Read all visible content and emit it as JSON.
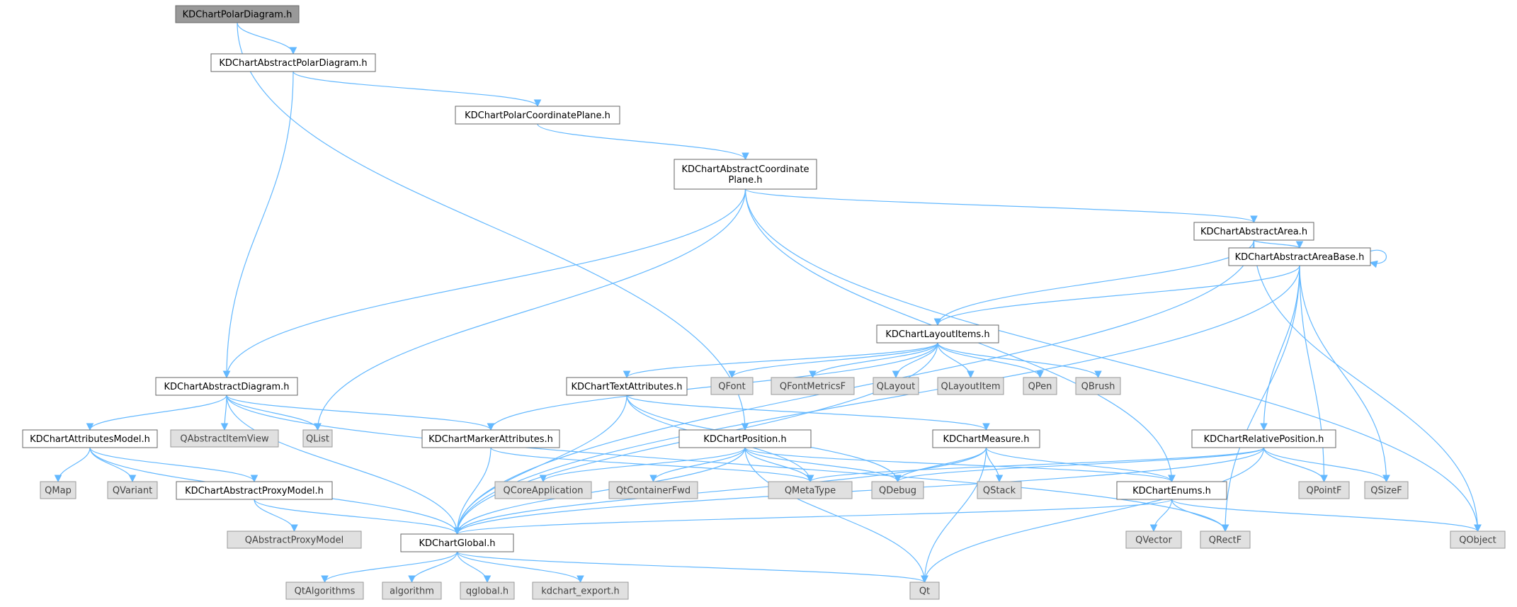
{
  "colors": {
    "edge": "#63b8ff",
    "root_fill": "#999999",
    "node_fill": "#ffffff",
    "system_fill": "#e0e0e0"
  },
  "nodes": [
    {
      "id": "polar",
      "label": "KDChartPolarDiagram.h",
      "kind": "root"
    },
    {
      "id": "abspolar",
      "label": "KDChartAbstractPolarDiagram.h",
      "kind": "plain"
    },
    {
      "id": "polarplane",
      "label": "KDChartPolarCoordinatePlane.h",
      "kind": "plain"
    },
    {
      "id": "absplane",
      "label": [
        "KDChartAbstractCoordinate",
        "Plane.h"
      ],
      "kind": "plain"
    },
    {
      "id": "absarea",
      "label": "KDChartAbstractArea.h",
      "kind": "plain"
    },
    {
      "id": "absareabase",
      "label": "KDChartAbstractAreaBase.h",
      "kind": "plain"
    },
    {
      "id": "layout",
      "label": "KDChartLayoutItems.h",
      "kind": "plain"
    },
    {
      "id": "absdiag",
      "label": "KDChartAbstractDiagram.h",
      "kind": "plain"
    },
    {
      "id": "textattr",
      "label": "KDChartTextAttributes.h",
      "kind": "plain"
    },
    {
      "id": "qfont",
      "label": "QFont",
      "kind": "system"
    },
    {
      "id": "qfontm",
      "label": "QFontMetricsF",
      "kind": "system"
    },
    {
      "id": "qlayout",
      "label": "QLayout",
      "kind": "system"
    },
    {
      "id": "qlayoutitem",
      "label": "QLayoutItem",
      "kind": "system"
    },
    {
      "id": "qpen",
      "label": "QPen",
      "kind": "system"
    },
    {
      "id": "qbrush",
      "label": "QBrush",
      "kind": "system"
    },
    {
      "id": "attrmodel",
      "label": "KDChartAttributesModel.h",
      "kind": "plain"
    },
    {
      "id": "qaiv",
      "label": "QAbstractItemView",
      "kind": "system"
    },
    {
      "id": "qlist",
      "label": "QList",
      "kind": "system"
    },
    {
      "id": "marker",
      "label": "KDChartMarkerAttributes.h",
      "kind": "plain"
    },
    {
      "id": "position",
      "label": "KDChartPosition.h",
      "kind": "plain"
    },
    {
      "id": "measure",
      "label": "KDChartMeasure.h",
      "kind": "plain"
    },
    {
      "id": "relpos",
      "label": "KDChartRelativePosition.h",
      "kind": "plain"
    },
    {
      "id": "qmap",
      "label": "QMap",
      "kind": "system"
    },
    {
      "id": "qvariant",
      "label": "QVariant",
      "kind": "system"
    },
    {
      "id": "absproxy",
      "label": "KDChartAbstractProxyModel.h",
      "kind": "plain"
    },
    {
      "id": "qcoreapp",
      "label": "QCoreApplication",
      "kind": "system"
    },
    {
      "id": "qtcontfwd",
      "label": "QtContainerFwd",
      "kind": "system"
    },
    {
      "id": "qmeta",
      "label": "QMetaType",
      "kind": "system"
    },
    {
      "id": "qdebug",
      "label": "QDebug",
      "kind": "system"
    },
    {
      "id": "qstack",
      "label": "QStack",
      "kind": "system"
    },
    {
      "id": "enums",
      "label": "KDChartEnums.h",
      "kind": "plain"
    },
    {
      "id": "qpointf",
      "label": "QPointF",
      "kind": "system"
    },
    {
      "id": "qsizef",
      "label": "QSizeF",
      "kind": "system"
    },
    {
      "id": "qaproxy",
      "label": "QAbstractProxyModel",
      "kind": "system"
    },
    {
      "id": "global",
      "label": "KDChartGlobal.h",
      "kind": "plain"
    },
    {
      "id": "qvector",
      "label": "QVector",
      "kind": "system"
    },
    {
      "id": "qrectf",
      "label": "QRectF",
      "kind": "system"
    },
    {
      "id": "qobject",
      "label": "QObject",
      "kind": "system"
    },
    {
      "id": "qtalg",
      "label": "QtAlgorithms",
      "kind": "system"
    },
    {
      "id": "algorithm",
      "label": "algorithm",
      "kind": "system"
    },
    {
      "id": "qglobal",
      "label": "qglobal.h",
      "kind": "system"
    },
    {
      "id": "kdexport",
      "label": "kdchart_export.h",
      "kind": "system"
    },
    {
      "id": "qt",
      "label": "Qt",
      "kind": "system"
    }
  ],
  "edges": [
    [
      "polar",
      "abspolar"
    ],
    [
      "polar",
      "position"
    ],
    [
      "abspolar",
      "absdiag"
    ],
    [
      "abspolar",
      "polarplane"
    ],
    [
      "polarplane",
      "absplane"
    ],
    [
      "absplane",
      "absdiag"
    ],
    [
      "absplane",
      "qlist"
    ],
    [
      "absplane",
      "absarea"
    ],
    [
      "absplane",
      "enums"
    ],
    [
      "absplane",
      "qobject"
    ],
    [
      "absarea",
      "global"
    ],
    [
      "absarea",
      "layout"
    ],
    [
      "absarea",
      "absareabase"
    ],
    [
      "absarea",
      "qobject"
    ],
    [
      "absareabase",
      "absareabase"
    ],
    [
      "absareabase",
      "global"
    ],
    [
      "absareabase",
      "layout"
    ],
    [
      "absareabase",
      "relpos"
    ],
    [
      "absareabase",
      "qpointf"
    ],
    [
      "absareabase",
      "qsizef"
    ],
    [
      "absareabase",
      "qrectf"
    ],
    [
      "layout",
      "global"
    ],
    [
      "layout",
      "marker"
    ],
    [
      "layout",
      "textattr"
    ],
    [
      "layout",
      "qfont"
    ],
    [
      "layout",
      "qfontm"
    ],
    [
      "layout",
      "qlayout"
    ],
    [
      "layout",
      "qlayoutitem"
    ],
    [
      "layout",
      "qpen"
    ],
    [
      "layout",
      "qbrush"
    ],
    [
      "absdiag",
      "attrmodel"
    ],
    [
      "absdiag",
      "qaiv"
    ],
    [
      "absdiag",
      "qlist"
    ],
    [
      "absdiag",
      "marker"
    ],
    [
      "absdiag",
      "qrectf"
    ],
    [
      "absdiag",
      "global"
    ],
    [
      "textattr",
      "global"
    ],
    [
      "textattr",
      "measure"
    ],
    [
      "textattr",
      "qmeta"
    ],
    [
      "textattr",
      "qdebug"
    ],
    [
      "attrmodel",
      "qmap"
    ],
    [
      "attrmodel",
      "qvariant"
    ],
    [
      "attrmodel",
      "absproxy"
    ],
    [
      "attrmodel",
      "global"
    ],
    [
      "marker",
      "global"
    ],
    [
      "marker",
      "qmeta"
    ],
    [
      "position",
      "qcoreapp"
    ],
    [
      "position",
      "qtcontfwd"
    ],
    [
      "position",
      "qmeta"
    ],
    [
      "position",
      "qdebug"
    ],
    [
      "position",
      "enums"
    ],
    [
      "position",
      "global"
    ],
    [
      "position",
      "qt"
    ],
    [
      "measure",
      "qdebug"
    ],
    [
      "measure",
      "qstack"
    ],
    [
      "measure",
      "enums"
    ],
    [
      "measure",
      "global"
    ],
    [
      "measure",
      "qt"
    ],
    [
      "relpos",
      "qmeta"
    ],
    [
      "relpos",
      "qdebug"
    ],
    [
      "relpos",
      "qpointf"
    ],
    [
      "relpos",
      "qsizef"
    ],
    [
      "relpos",
      "global"
    ],
    [
      "relpos",
      "qt"
    ],
    [
      "absproxy",
      "qaproxy"
    ],
    [
      "absproxy",
      "global"
    ],
    [
      "enums",
      "global"
    ],
    [
      "enums",
      "qvector"
    ],
    [
      "enums",
      "qrectf"
    ],
    [
      "enums",
      "qobject"
    ],
    [
      "global",
      "qtalg"
    ],
    [
      "global",
      "algorithm"
    ],
    [
      "global",
      "qglobal"
    ],
    [
      "global",
      "kdexport"
    ],
    [
      "global",
      "qt"
    ]
  ]
}
